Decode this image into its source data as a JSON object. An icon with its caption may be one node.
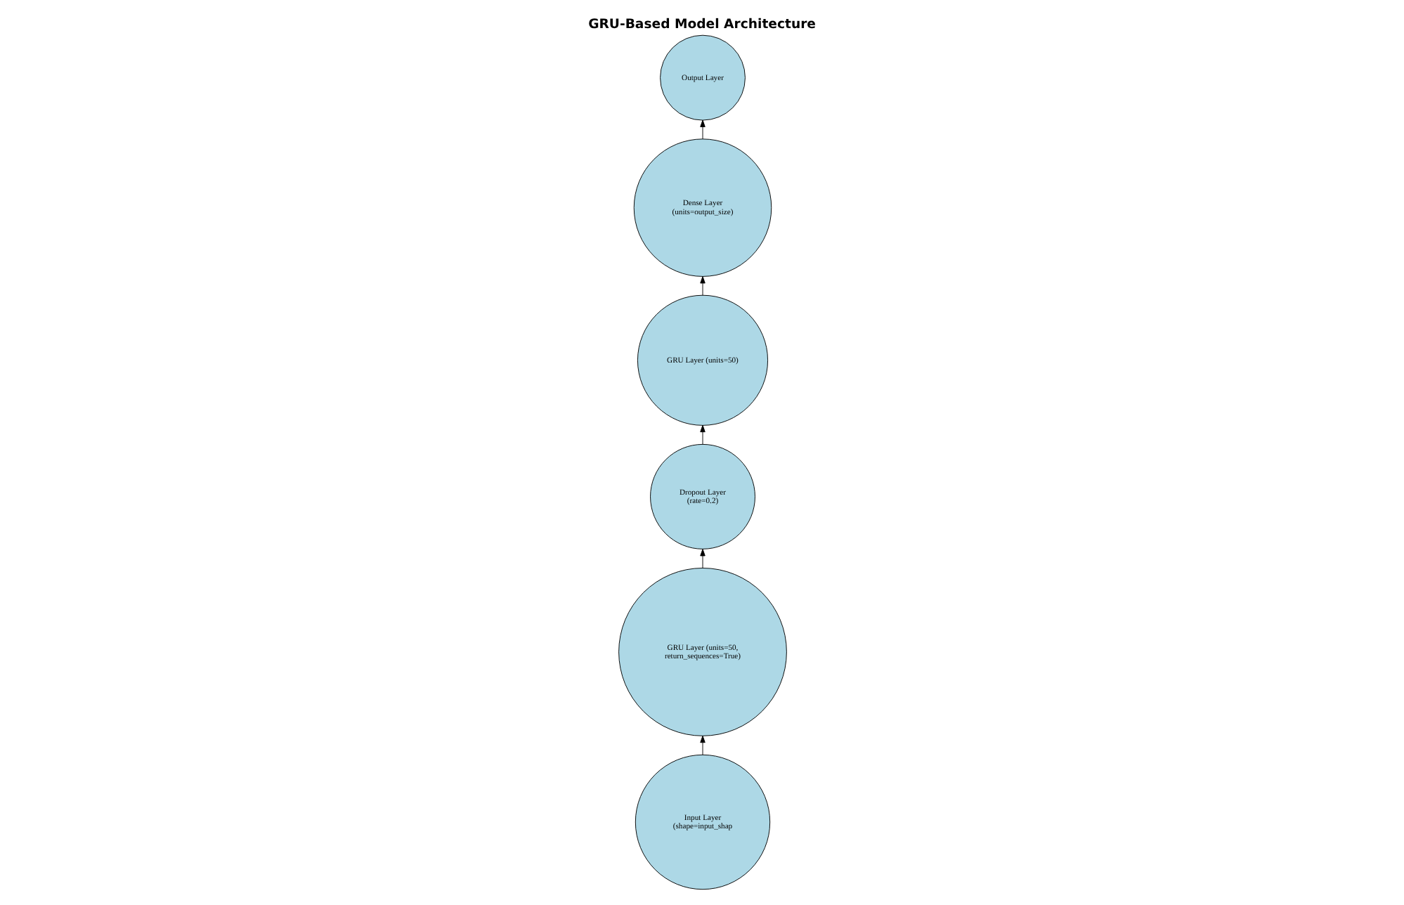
{
  "diagram": {
    "title": "GRU-Based Model Architecture",
    "nodes": [
      {
        "text": [
          "Output Layer"
        ]
      },
      {
        "text": [
          "Dense Layer (units=output_size)"
        ]
      },
      {
        "text": [
          "GRU Layer (units=50)"
        ]
      },
      {
        "text": [
          "Dropout Layer (rate=0.2)"
        ]
      },
      {
        "text": [
          "Input Layer (shape=input_shap"
        ]
      },
      {
        "text": [
          "GRU Layer (units=50, return_sequences=True)"
        ]
      }
    ],
    "edges": [
      {
        "from": 4,
        "to": 5,
        "arrow": "to"
      },
      {
        "from": 5,
        "to": 3,
        "arrow": "to"
      },
      {
        "from": 3,
        "to": 2,
        "arrow": "to"
      },
      {
        "from": 2,
        "to": 1,
        "arrow": "to"
      },
      {
        "from": 1,
        "to": 0,
        "arrow": "to"
      }
    ]
  }
}
